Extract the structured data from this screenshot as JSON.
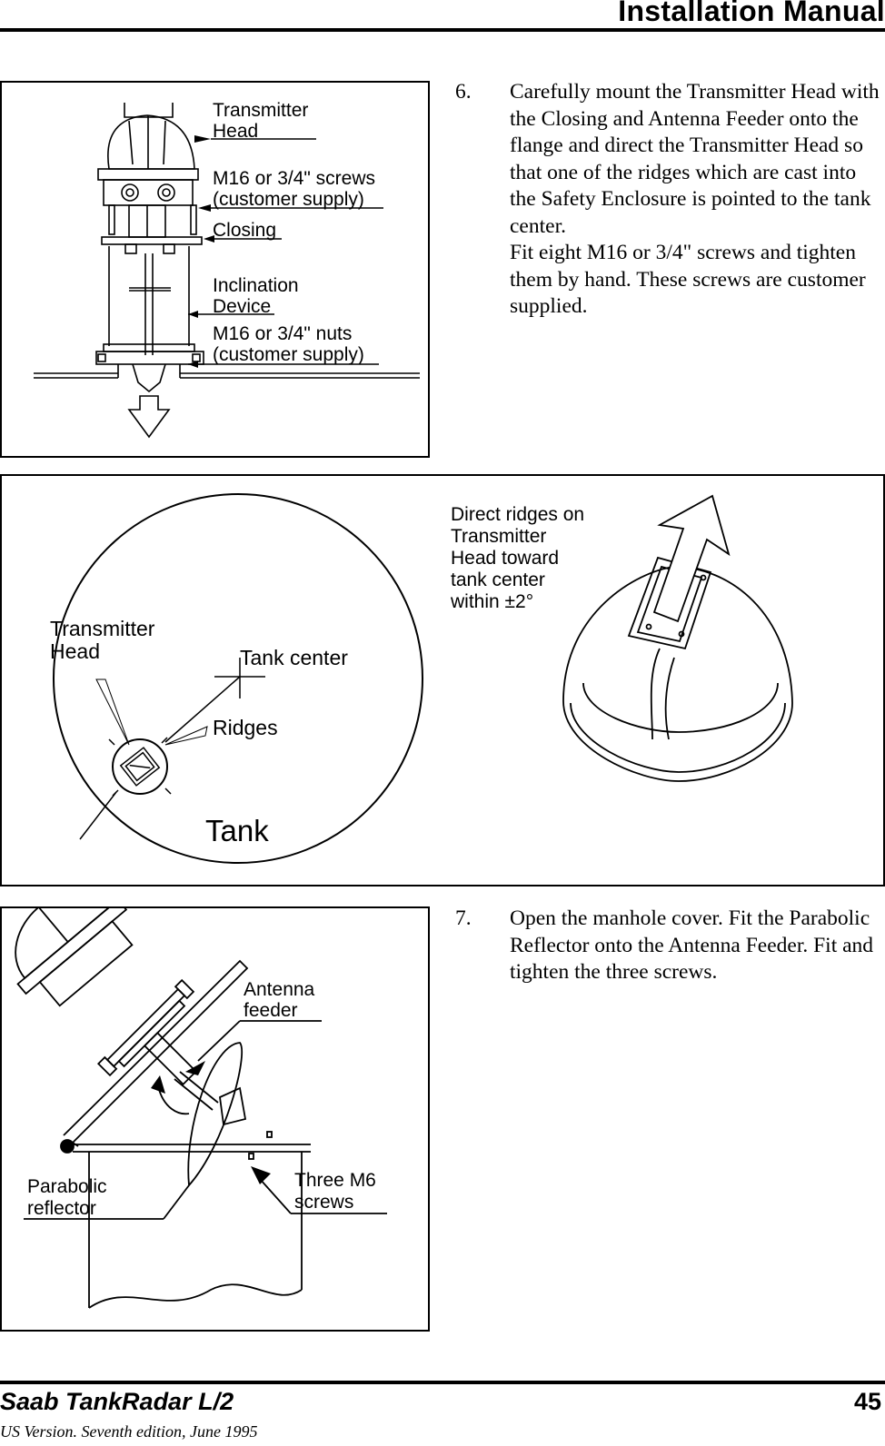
{
  "header": {
    "title": "Installation Manual"
  },
  "figure1": {
    "labels": {
      "transmitter_head_1": "Transmitter",
      "transmitter_head_2": "Head",
      "screws_1": "M16 or 3/4\" screws",
      "screws_2": "(customer supply)",
      "closing": "Closing",
      "inclination_1": "Inclination",
      "inclination_2": "Device",
      "nuts_1": "M16 or 3/4\" nuts",
      "nuts_2": "(customer supply)"
    }
  },
  "step6": {
    "number": "6.",
    "paragraph1": "Carefully mount the Transmitter Head with the Closing and Antenna Feeder onto the flange and direct the Transmitter Head so that one of the ridges which are cast into the Safety Enclosure is pointed to the tank center.",
    "paragraph2": "Fit eight M16 or 3/4\" screws and tighten them by hand. These screws are customer supplied."
  },
  "figure2": {
    "labels": {
      "transmitter_head_1": "Transmitter",
      "transmitter_head_2": "Head",
      "tank_center": "Tank center",
      "ridges": "Ridges",
      "tank": "Tank",
      "direct_1": "Direct ridges on",
      "direct_2": "Transmitter",
      "direct_3": "Head toward",
      "direct_4": "tank center",
      "direct_5": "within ±2°"
    }
  },
  "step7": {
    "number": "7.",
    "paragraph1": "Open the manhole cover. Fit the Parabolic Reflector onto the Antenna Feeder. Fit and tighten the three screws."
  },
  "figure3": {
    "labels": {
      "antenna_1": "Antenna",
      "antenna_2": "feeder",
      "parabolic_1": "Parabolic",
      "parabolic_2": "reflector",
      "screws_1": "Three M6",
      "screws_2": "screws"
    }
  },
  "footer": {
    "brand": "Saab TankRadar L/2",
    "page_number": "45",
    "edition": "US Version. Seventh edition, June 1995"
  }
}
